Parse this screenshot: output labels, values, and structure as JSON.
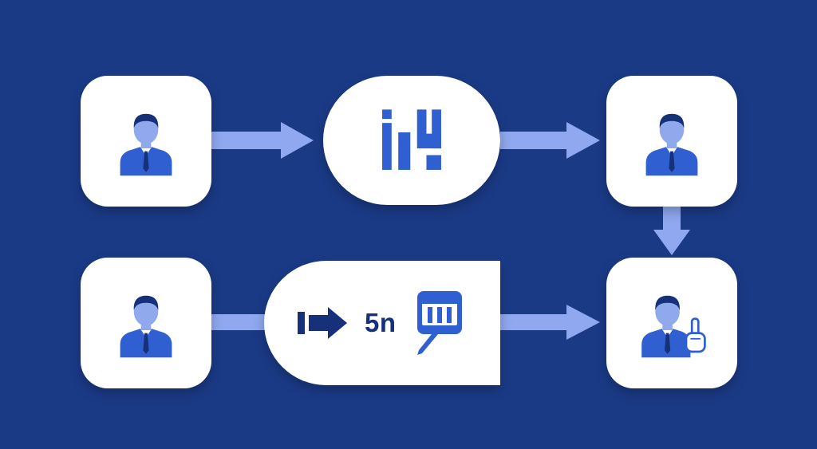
{
  "colors": {
    "background": "#1b3a86",
    "node_fill": "#ffffff",
    "arrow": "#8fa8ef",
    "icon_primary": "#2f5fd0",
    "icon_dark": "#16307a",
    "icon_face": "#8fa9ec"
  },
  "nodes": [
    {
      "id": "n1",
      "icon": "person-icon"
    },
    {
      "id": "n2",
      "icon": "bar-chart-icon"
    },
    {
      "id": "n3",
      "icon": "person-icon"
    },
    {
      "id": "n4",
      "icon": "person-icon"
    },
    {
      "id": "n5",
      "icon": "arrow-right-icon",
      "text": "5n",
      "icon_secondary": "chart-pen-icon"
    },
    {
      "id": "n6",
      "icon": "person-pointing-icon"
    }
  ],
  "edges": [
    {
      "from": "n1",
      "to": "n2"
    },
    {
      "from": "n2",
      "to": "n3"
    },
    {
      "from": "n3",
      "to": "n6"
    },
    {
      "from": "n4",
      "to": "n5"
    },
    {
      "from": "n5",
      "to": "n6"
    }
  ]
}
